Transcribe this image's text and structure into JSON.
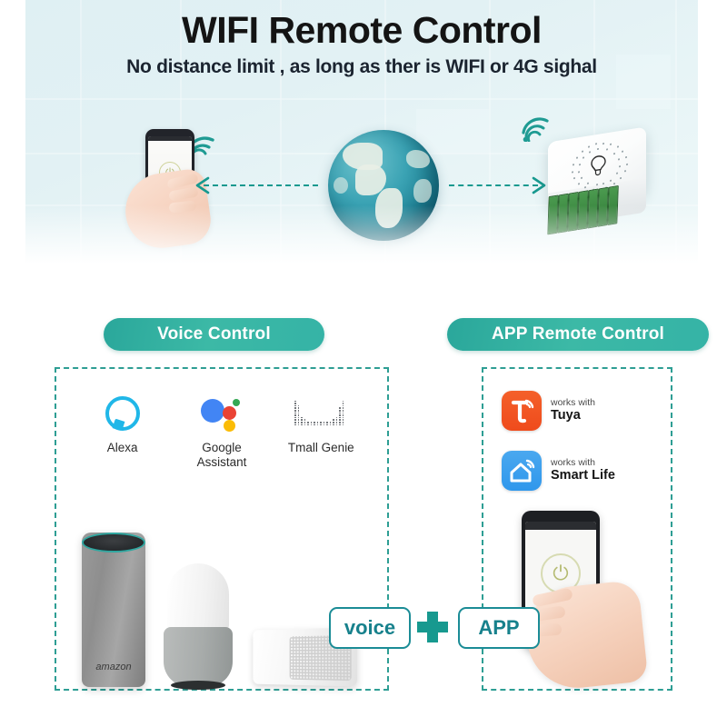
{
  "hero": {
    "title": "WIFI Remote Control",
    "subtitle": "No distance limit , as long as ther is WIFI or 4G sighal",
    "phone_icon": "phone-app-power-icon",
    "wifi_icon_left": "wifi-signal-icon",
    "globe_icon": "globe-icon",
    "device_icon": "smart-switch-module",
    "wifi_icon_right": "wifi-signal-icon",
    "arrow_left": "dashed-arrow-left",
    "arrow_right": "dashed-arrow-right"
  },
  "sections": {
    "voice": {
      "pill_label": "Voice Control",
      "assistants": [
        {
          "name": "Alexa",
          "logo": "alexa-logo"
        },
        {
          "name": "Google Assistant",
          "logo": "google-assistant-logo"
        },
        {
          "name": "Tmall Genie",
          "logo": "tmall-genie-logo"
        }
      ],
      "speakers": [
        {
          "name": "amazon",
          "device": "amazon-echo-speaker"
        },
        {
          "name": "",
          "device": "google-home-speaker"
        },
        {
          "name": "",
          "device": "tmall-genie-speaker"
        }
      ]
    },
    "app": {
      "pill_label": "APP Remote Control",
      "badges": [
        {
          "prefix": "works with",
          "brand": "Tuya",
          "logo": "tuya-logo",
          "color": "#f0511f"
        },
        {
          "prefix": "works with",
          "brand": "Smart Life",
          "logo": "smart-life-logo",
          "color": "#2f97ec"
        }
      ],
      "phone": "hand-holding-phone-app"
    }
  },
  "chips": {
    "voice_label": "voice",
    "plus_label": "+",
    "app_label": "APP"
  },
  "colors": {
    "accent_teal": "#2e9e94",
    "pill_gradient_start": "#2aa79b",
    "pill_gradient_end": "#35b3a6",
    "chip_border": "#1b8c96",
    "chip_text": "#17818c",
    "hero_bg": "#e2f1f4",
    "tuya_orange": "#f0511f",
    "smartlife_blue": "#2f97ec",
    "alexa_blue": "#20b7e8",
    "globe_teal": "#2f9aad",
    "terminal_green": "#3c8a42"
  }
}
